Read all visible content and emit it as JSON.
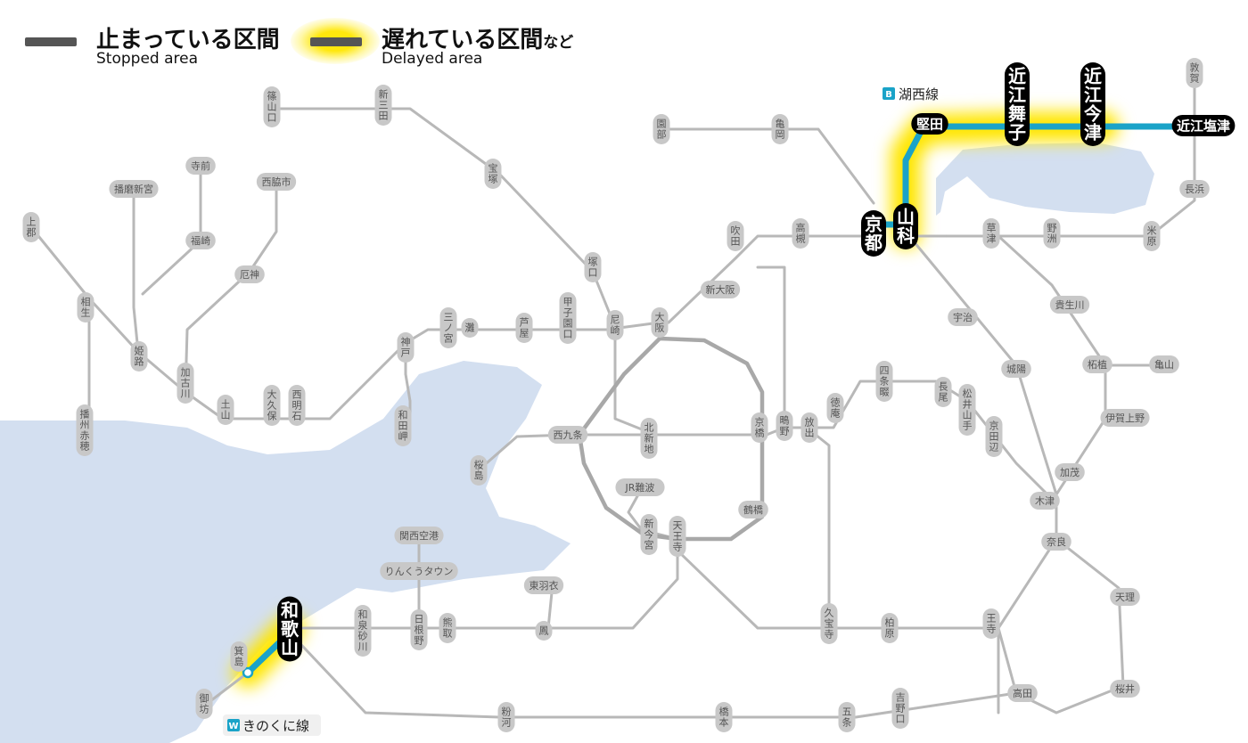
{
  "legend": {
    "stopped": {
      "jp": "止まっている区間",
      "en": "Stopped area",
      "color": "#555555"
    },
    "delayed": {
      "jp": "遅れている区間",
      "jp_suffix": "など",
      "en": "Delayed area",
      "color": "#555555",
      "glow": "#ffe600"
    }
  },
  "lines": {
    "kosei": {
      "badge": "B",
      "name": "湖西線",
      "color": "#1aa3c8"
    },
    "kinokuni": {
      "badge": "W",
      "name": "きのくに線",
      "color": "#1aa3c8"
    }
  },
  "colors": {
    "sea": "#d3dff0",
    "track": "#b8b8b8",
    "loop": "#a8a8a8",
    "highlight": "#1aa3c8"
  },
  "stations": {
    "sasayamaguchi": "篠山口",
    "shinsanda": "新三田",
    "sonobe": "園部",
    "kameoka": "亀岡",
    "takarazuka": "宝塚",
    "tsurugi": "敦賀",
    "nagahama": "長浜",
    "maibara": "米原",
    "katata": "堅田",
    "omimaiko": "近江舞子",
    "omiimazu": "近江今津",
    "omishiotsu": "近江塩津",
    "kyoto": "京都",
    "yamashina": "山科",
    "suita": "吹田",
    "takatsuki": "高槻",
    "kusatsu": "草津",
    "yasu": "野洲",
    "shinosaka": "新大阪",
    "osaka": "大阪",
    "tsukaguchi": "塚口",
    "amagasaki": "尼崎",
    "koshienguchi": "甲子園口",
    "ashiya": "芦屋",
    "nada": "灘",
    "sannomiya": "三ノ宮",
    "kobe": "神戸",
    "wadamisaki": "和田岬",
    "nishiakashi": "西明石",
    "okubo": "大久保",
    "tsuchiyama": "土山",
    "kakogawa": "加古川",
    "yakujin": "厄神",
    "nishiwakishi": "西脇市",
    "teramae": "寺前",
    "fukusaki": "福崎",
    "harimashingu": "播磨新宮",
    "kamigori": "上郡",
    "aioi": "相生",
    "himeji": "姫路",
    "banshuako": "播州赤穂",
    "nishikujo": "西九条",
    "sakurajima": "桜島",
    "kitashinchi": "北新地",
    "kyobashi": "京橋",
    "shigino": "鴫野",
    "hanaten": "放出",
    "tsuruhashi": "鶴橋",
    "jrnamba": "JR難波",
    "shinimamiya": "新今宮",
    "tennoji": "天王寺",
    "kansaiairport": "関西空港",
    "rinkutown": "りんくうタウン",
    "higashihagoromo": "東羽衣",
    "otori": "鳳",
    "hineno": "日根野",
    "kumatori": "熊取",
    "izumisunagawa": "和泉砂川",
    "wakayama": "和歌山",
    "minoshima": "箕島",
    "gobo": "御坊",
    "shijonawate": "四条畷",
    "tokuan": "徳庵",
    "nagao": "長尾",
    "matsuiyamate": "松井山手",
    "kyotanabe": "京田辺",
    "kizu": "木津",
    "nara": "奈良",
    "uji": "宇治",
    "joyo": "城陽",
    "kibukawa": "貴生川",
    "tsuge": "柘植",
    "kameyama": "亀山",
    "igaueno": "伊賀上野",
    "kamo": "加茂",
    "tenri": "天理",
    "sakurai": "桜井",
    "takada": "高田",
    "oji": "王寺",
    "kashiwara": "柏原",
    "kyuhoji": "久宝寺",
    "kokawa": "粉河",
    "hashimoto": "橋本",
    "gojo": "五条",
    "yoshinoguchi": "吉野口"
  }
}
